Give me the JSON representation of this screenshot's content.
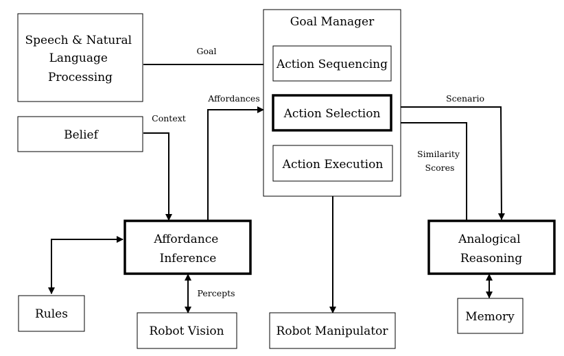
{
  "nodes": {
    "speech": [
      "Speech & Natural",
      "Language",
      "Processing"
    ],
    "belief": [
      "Belief"
    ],
    "goal_manager": [
      "Goal Manager"
    ],
    "action_sequencing": [
      "Action Sequencing"
    ],
    "action_selection": [
      "Action Selection"
    ],
    "action_execution": [
      "Action Execution"
    ],
    "affordance": [
      "Affordance",
      "Inference"
    ],
    "analogical": [
      "Analogical",
      "Reasoning"
    ],
    "rules": [
      "Rules"
    ],
    "robot_vision": [
      "Robot Vision"
    ],
    "robot_manipulator": [
      "Robot Manipulator"
    ],
    "memory": [
      "Memory"
    ]
  },
  "edges": {
    "goal": "Goal",
    "affordances": "Affordances",
    "context": "Context",
    "scenario": "Scenario",
    "similarity": [
      "Similarity",
      "Scores"
    ],
    "percepts": "Percepts"
  }
}
